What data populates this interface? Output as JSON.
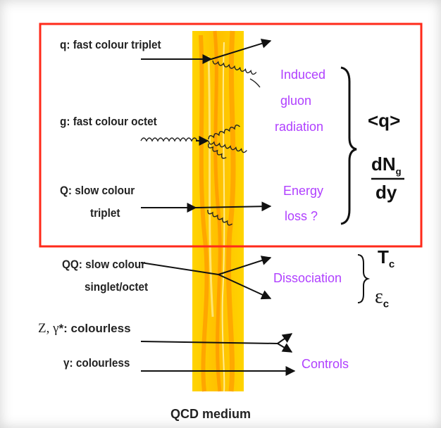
{
  "labels": {
    "q": "q: fast colour triplet",
    "g": "g: fast colour octet",
    "Q_line1": "Q: slow colour",
    "Q_line2": "triplet",
    "QQ_line1": "QQ: slow colour",
    "QQ_line2": "singlet/octet",
    "Zgamma_prefix": "Z, γ",
    "Zgamma_suffix": "*: colourless",
    "gamma": "γ: colourless"
  },
  "effects": {
    "induced_1": "Induced",
    "induced_2": "gluon",
    "induced_3": "radiation",
    "energy_1": "Energy",
    "energy_2": "loss ?",
    "dissociation": "Dissociation",
    "controls": "Controls"
  },
  "quantities": {
    "qhat": "<q>",
    "dN_num": "dN",
    "dN_sub": "g",
    "dN_den": "dy",
    "Tc": "T",
    "Tc_sub": "c",
    "epsc": "ε",
    "epsc_sub": "c"
  },
  "medium_label": "QCD medium",
  "colors": {
    "highlight_box": "#ff2a1a",
    "medium_core": "#ffd000",
    "medium_streaks": "#ff8c00",
    "effect_text": "#b040ff"
  }
}
